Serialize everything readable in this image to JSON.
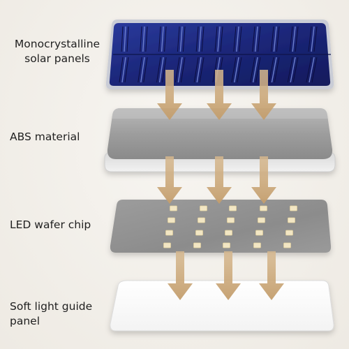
{
  "layers": [
    {
      "id": "solar",
      "label": "Monocrystalline\nsolar panels"
    },
    {
      "id": "abs",
      "label": "ABS material"
    },
    {
      "id": "led",
      "label": "LED wafer chip"
    },
    {
      "id": "guide",
      "label": "Soft light guide\npanel"
    }
  ],
  "colors": {
    "solar_cell": "#1b2678",
    "solar_frame": "#c9ccd6",
    "arrow": "#c8a77b",
    "abs_top": "#9a9a9a",
    "led_chip": "#f2e6c4",
    "guide_panel": "#ffffff"
  }
}
